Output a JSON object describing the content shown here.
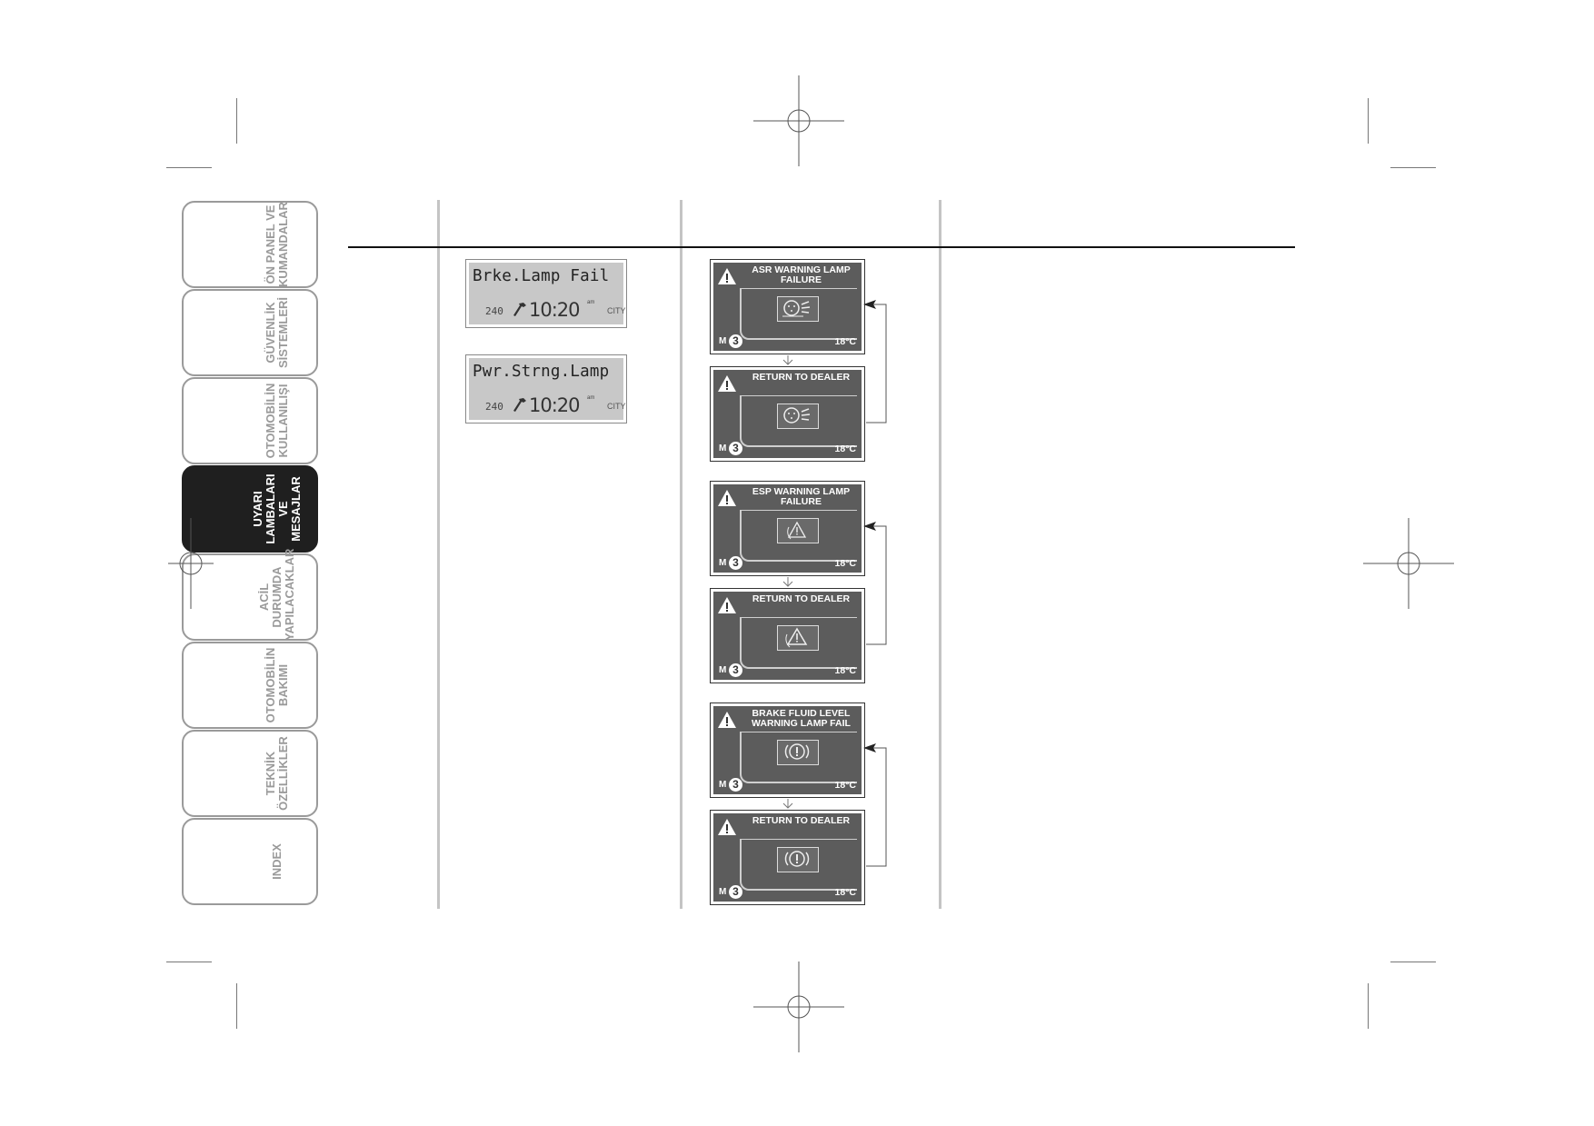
{
  "sidebar": {
    "tabs": [
      {
        "label": "ÖN PANEL VE\nKUMANDALAR",
        "active": false
      },
      {
        "label": "GÜVENLİK\nSİSTEMLERİ",
        "active": false
      },
      {
        "label": "OTOMOBİLİN\nKULLANILIŞI",
        "active": false
      },
      {
        "label": "UYARI\nLAMBALARI VE\nMESAJLAR",
        "active": true
      },
      {
        "label": "ACİL DURUMDA\nYAPILACAKLAR",
        "active": false
      },
      {
        "label": "OTOMOBİLİN\nBAKIMI",
        "active": false
      },
      {
        "label": "TEKNİK\nÖZELLİKLER",
        "active": false
      },
      {
        "label": "INDEX",
        "active": false
      }
    ]
  },
  "lcd_displays": [
    {
      "message": "Brke.Lamp Fail",
      "odometer": "240",
      "time": "10:20",
      "ampm": "am",
      "mode": "CITY"
    },
    {
      "message": "Pwr.Strng.Lamp",
      "odometer": "240",
      "time": "10:20",
      "ampm": "am",
      "mode": "CITY"
    }
  ],
  "dash_screens": [
    {
      "message": "ASR WARNING LAMP\nFAILURE",
      "icon": "asr-icon",
      "gear_mode": "M",
      "gear": "3",
      "temp": "18°C"
    },
    {
      "message": "RETURN TO DEALER",
      "icon": "asr-icon",
      "gear_mode": "M",
      "gear": "3",
      "temp": "18°C"
    },
    {
      "message": "ESP WARNING LAMP\nFAILURE",
      "icon": "esp-icon",
      "gear_mode": "M",
      "gear": "3",
      "temp": "18°C"
    },
    {
      "message": "RETURN TO DEALER",
      "icon": "esp-icon",
      "gear_mode": "M",
      "gear": "3",
      "temp": "18°C"
    },
    {
      "message": "BRAKE FLUID LEVEL\nWARNING LAMP FAIL",
      "icon": "brake-icon",
      "gear_mode": "M",
      "gear": "3",
      "temp": "18°C"
    },
    {
      "message": "RETURN TO DEALER",
      "icon": "brake-icon",
      "gear_mode": "M",
      "gear": "3",
      "temp": "18°C"
    }
  ],
  "colors": {
    "screen_bg": "#5c5c5c",
    "lcd_bg": "#c8c8c8",
    "active_tab": "#1f1f1f",
    "tab_border": "#9a9a9a"
  }
}
